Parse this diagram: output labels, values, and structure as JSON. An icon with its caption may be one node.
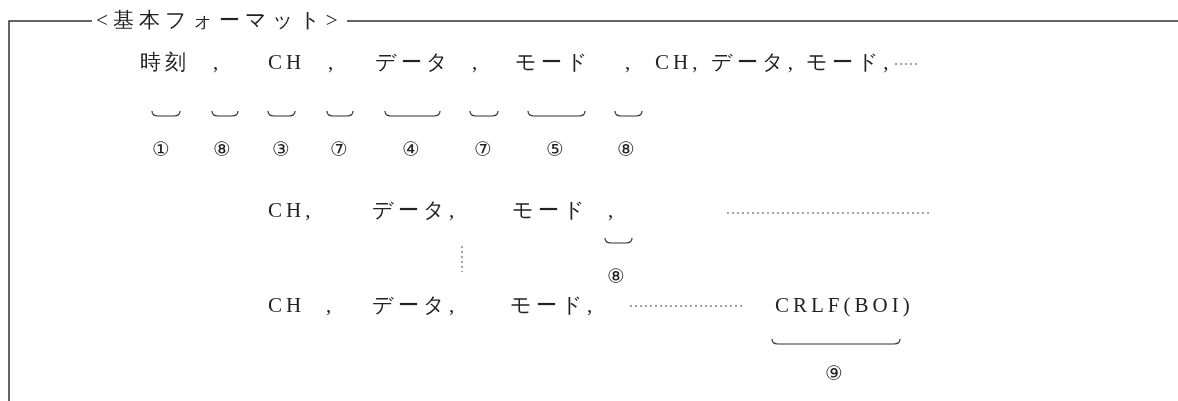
{
  "diagram": {
    "title": "<基本フォーマット>",
    "labels": [
      "時刻",
      ",",
      "CH",
      ",",
      "データ",
      ",",
      "モード",
      ",",
      "CH, データ, モード,",
      "①",
      "⑧",
      "③",
      "⑦",
      "④",
      "⑦",
      "⑤",
      "⑧",
      "CH,",
      "データ,",
      "モード",
      ",",
      "⑧",
      "CH",
      ",",
      "データ,",
      "モード,",
      "CRLF(BOI)",
      "⑨"
    ]
  }
}
